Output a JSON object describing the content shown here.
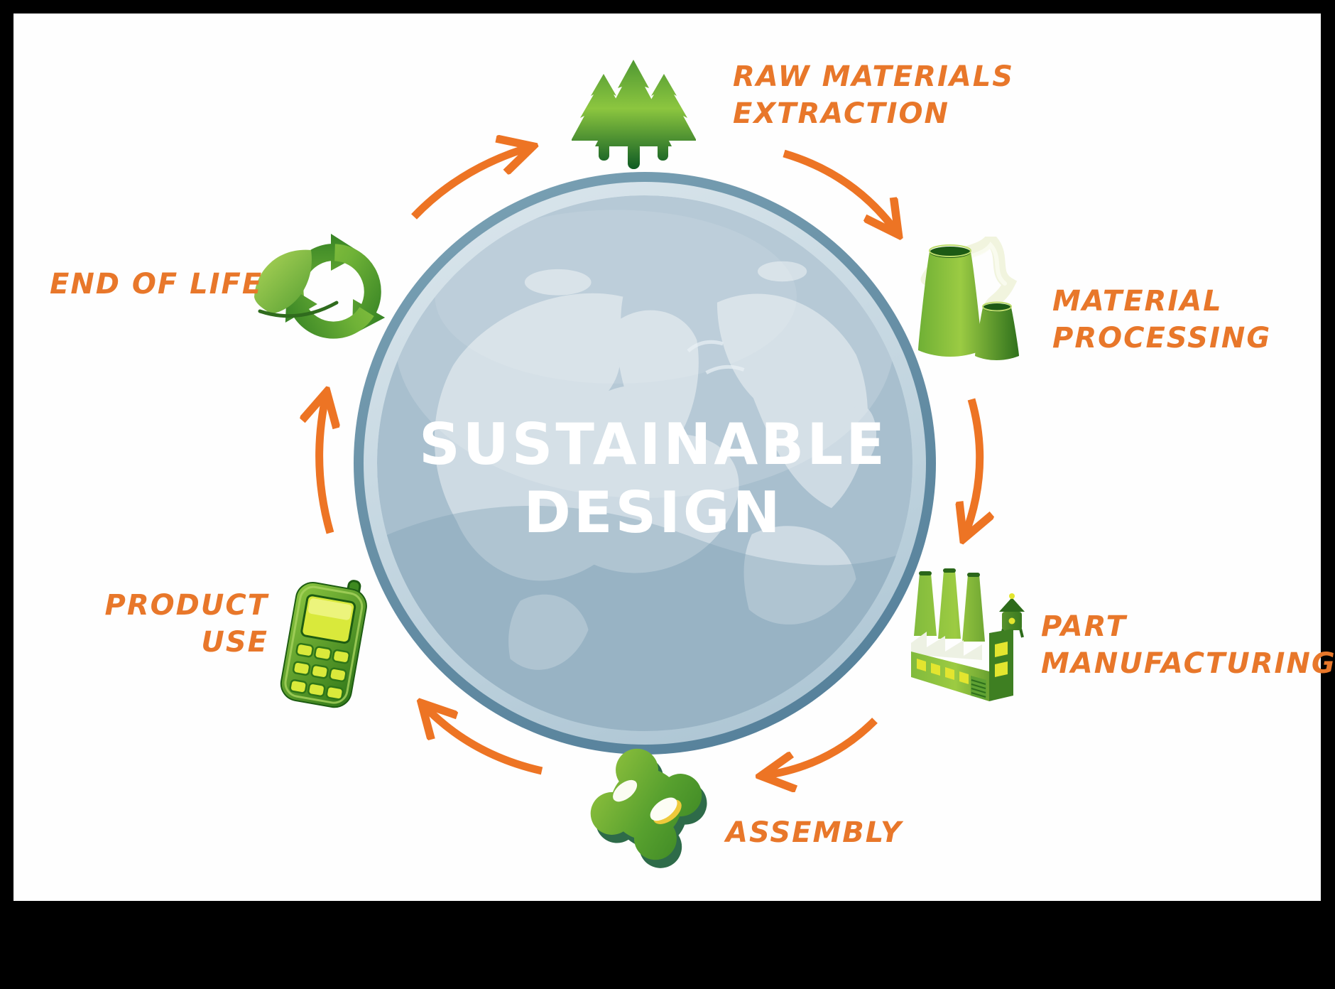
{
  "diagram": {
    "type": "cycle-diagram",
    "title_line1": "SUSTAINABLE",
    "title_line2": "DESIGN",
    "stages": [
      {
        "name": "raw-materials-extraction",
        "line1": "RAW MATERIALS",
        "line2": "EXTRACTION",
        "icon": "pine-trees-icon"
      },
      {
        "name": "material-processing",
        "line1": "MATERIAL",
        "line2": "PROCESSING",
        "icon": "cooling-towers-icon"
      },
      {
        "name": "part-manufacturing",
        "line1": "PART",
        "line2": "MANUFACTURING",
        "icon": "factory-icon"
      },
      {
        "name": "assembly",
        "line1": "ASSEMBLY",
        "icon": "puzzle-piece-icon"
      },
      {
        "name": "product-use",
        "line1": "PRODUCT",
        "line2": "USE",
        "icon": "mobile-phone-icon"
      },
      {
        "name": "end-of-life",
        "line1": "END OF LIFE",
        "icon": "recycle-icon"
      }
    ],
    "colors": {
      "label_orange": "#E8772A",
      "arrow_orange": "#ED7424",
      "icon_green_light": "#8CC63F",
      "icon_green_dark": "#1B6428",
      "globe_rim": "#6890A6",
      "globe_ocean": "#A8BFCE",
      "globe_land": "#CDDAE3",
      "title_color": "#FFFFFF",
      "canvas": "#FEFEFE",
      "border": "#000000"
    }
  }
}
